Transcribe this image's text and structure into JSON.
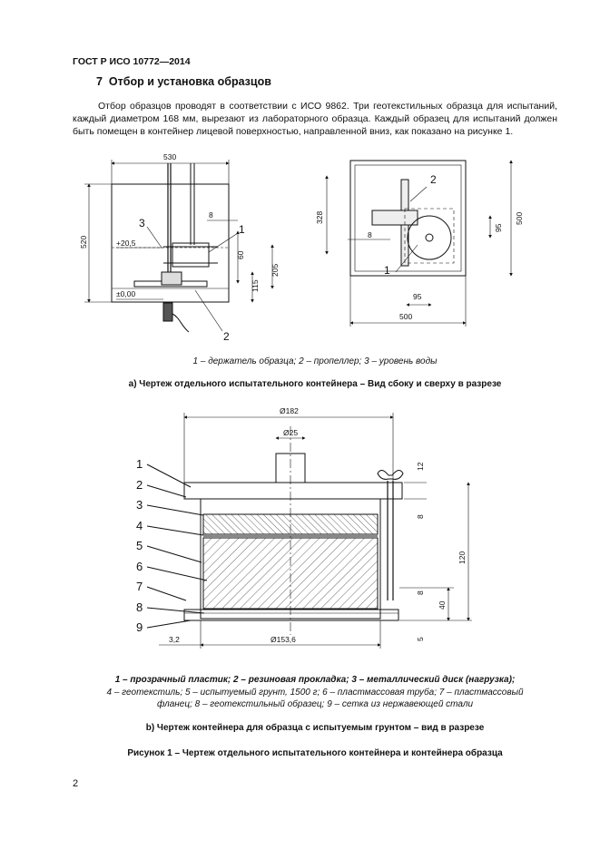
{
  "header": "ГОСТ Р ИСО 10772—2014",
  "section": {
    "number": "7",
    "title": "Отбор и установка образцов"
  },
  "paragraph": "Отбор образцов проводят в соответствии с ИСО 9862. Три геотекстильных образца для испытаний, каждый диаметром 168 мм, вырезают из лабораторного образца. Каждый образец для испытаний должен быть помещен в контейнер лицевой поверхностью, направленной вниз, как показано на рисунке 1.",
  "figure_a": {
    "side": {
      "dim_width": "530",
      "dim_height": "520",
      "dim_8": "8",
      "dim_60": "60",
      "dim_205": "205",
      "dim_115": "115",
      "level_top": "+20,5",
      "level_bottom": "±0,00",
      "label_1": "1",
      "label_2": "2",
      "label_3": "3"
    },
    "top": {
      "dim_328": "328",
      "dim_500_v": "500",
      "dim_8": "8",
      "dim_95_v": "95",
      "dim_95_h": "95",
      "dim_500_h": "500",
      "label_1": "1",
      "label_2": "2"
    },
    "legend": "1 – держатель образца; 2 – пропеллер; 3 – уровень воды",
    "caption": "а) Чертеж отдельного испытательного контейнера – Вид сбоку и сверху в разрезе"
  },
  "figure_b": {
    "dim_182": "Ø182",
    "dim_25": "Ø25",
    "dim_12": "12",
    "dim_8a": "8",
    "dim_120": "120",
    "dim_8b": "8",
    "dim_40": "40",
    "dim_5": "5",
    "dim_32": "3,2",
    "dim_1536": "Ø153,6",
    "labels": [
      "1",
      "2",
      "3",
      "4",
      "5",
      "6",
      "7",
      "8",
      "9"
    ],
    "legend_bold": "1 – прозрачный пластик; 2 – резиновая прокладка; 3 – металлический диск (нагрузка);",
    "legend_line2": "4 – геотекстиль; 5 – испытуемый грунт, 1500 г; 6 – пластмассовая труба; 7 – пластмассовый",
    "legend_line3": "фланец; 8 – геотекстильный образец; 9 – сетка из нержавеющей стали",
    "caption": "b) Чертеж контейнера для образца с испытуемым грунтом – вид в разрезе"
  },
  "figure_caption": "Рисунок 1 – Чертеж отдельного испытательного контейнера и контейнера образца",
  "page_number": "2"
}
